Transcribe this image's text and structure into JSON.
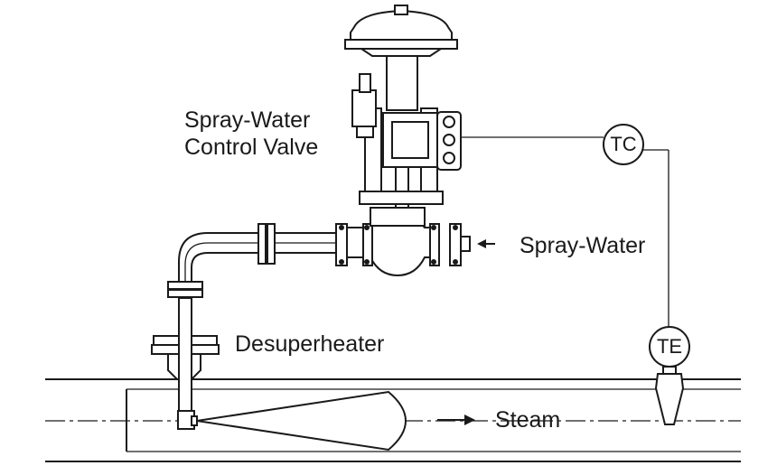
{
  "labels": {
    "valve_line1": "Spray-Water",
    "valve_line2": "Control Valve",
    "spray_water": "Spray-Water",
    "desuperheater": "Desuperheater",
    "steam": "Steam"
  },
  "instruments": {
    "tc": "TC",
    "te": "TE"
  },
  "colors": {
    "line": "#1a1a1a",
    "background": "#ffffff"
  }
}
